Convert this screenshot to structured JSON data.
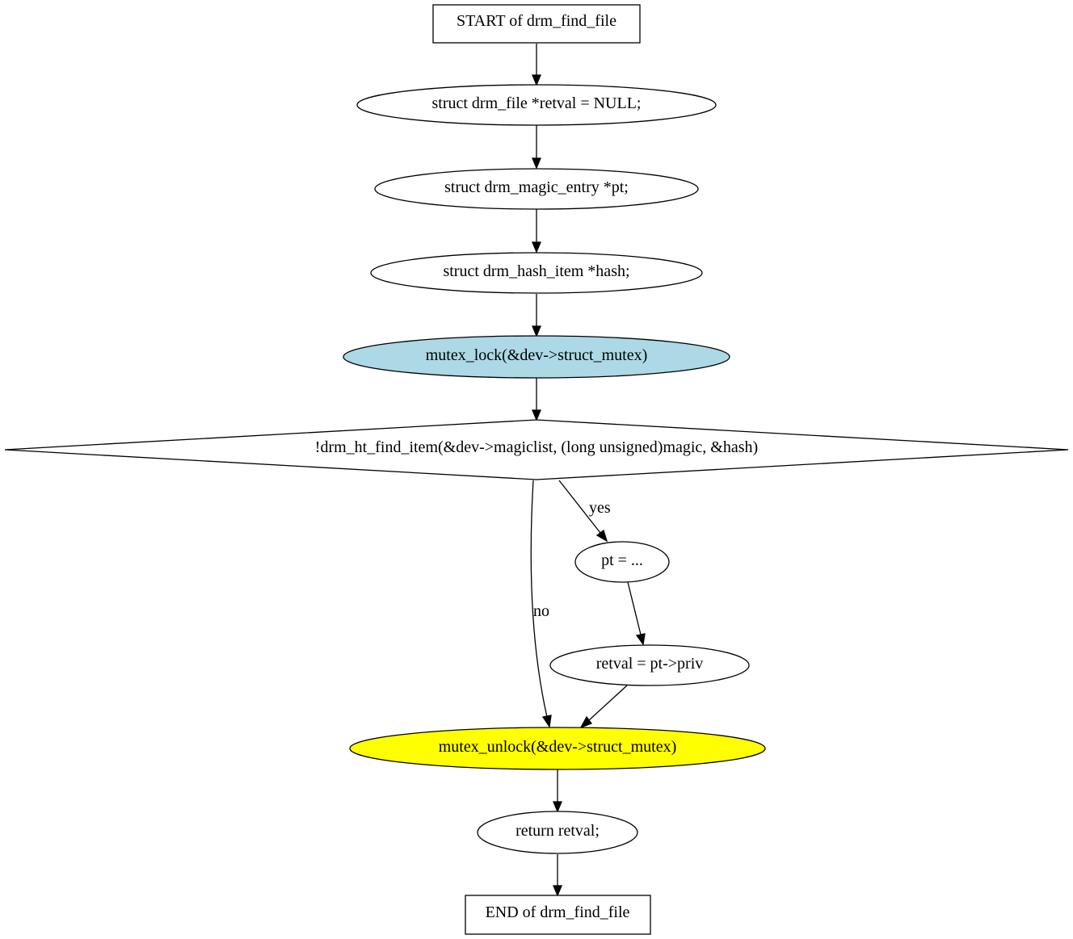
{
  "diagram": {
    "nodes": {
      "start": {
        "label": "START of drm_find_file",
        "shape": "box",
        "fill": "#ffffff"
      },
      "decl_retval": {
        "label": "struct drm_file *retval = NULL;",
        "shape": "ellipse",
        "fill": "#ffffff"
      },
      "decl_pt": {
        "label": "struct drm_magic_entry *pt;",
        "shape": "ellipse",
        "fill": "#ffffff"
      },
      "decl_hash": {
        "label": "struct drm_hash_item *hash;",
        "shape": "ellipse",
        "fill": "#ffffff"
      },
      "mutex_lock": {
        "label": "mutex_lock(&dev->struct_mutex)",
        "shape": "ellipse",
        "fill": "#add8e6"
      },
      "condition": {
        "label": "!drm_ht_find_item(&dev->magiclist, (long unsigned)magic, &hash)",
        "shape": "diamond",
        "fill": "#ffffff"
      },
      "pt_assign": {
        "label": "pt = ...",
        "shape": "ellipse",
        "fill": "#ffffff"
      },
      "retval_assign": {
        "label": "retval = pt->priv",
        "shape": "ellipse",
        "fill": "#ffffff"
      },
      "mutex_unlock": {
        "label": "mutex_unlock(&dev->struct_mutex)",
        "shape": "ellipse",
        "fill": "#ffff00"
      },
      "return_stmt": {
        "label": "return retval;",
        "shape": "ellipse",
        "fill": "#ffffff"
      },
      "end": {
        "label": "END of drm_find_file",
        "shape": "box",
        "fill": "#ffffff"
      }
    },
    "edges": [
      {
        "from": "start",
        "to": "decl_retval",
        "label": ""
      },
      {
        "from": "decl_retval",
        "to": "decl_pt",
        "label": ""
      },
      {
        "from": "decl_pt",
        "to": "decl_hash",
        "label": ""
      },
      {
        "from": "decl_hash",
        "to": "mutex_lock",
        "label": ""
      },
      {
        "from": "mutex_lock",
        "to": "condition",
        "label": ""
      },
      {
        "from": "condition",
        "to": "pt_assign",
        "label": "yes"
      },
      {
        "from": "condition",
        "to": "mutex_unlock",
        "label": "no"
      },
      {
        "from": "pt_assign",
        "to": "retval_assign",
        "label": ""
      },
      {
        "from": "retval_assign",
        "to": "mutex_unlock",
        "label": ""
      },
      {
        "from": "mutex_unlock",
        "to": "return_stmt",
        "label": ""
      },
      {
        "from": "return_stmt",
        "to": "end",
        "label": ""
      }
    ]
  }
}
